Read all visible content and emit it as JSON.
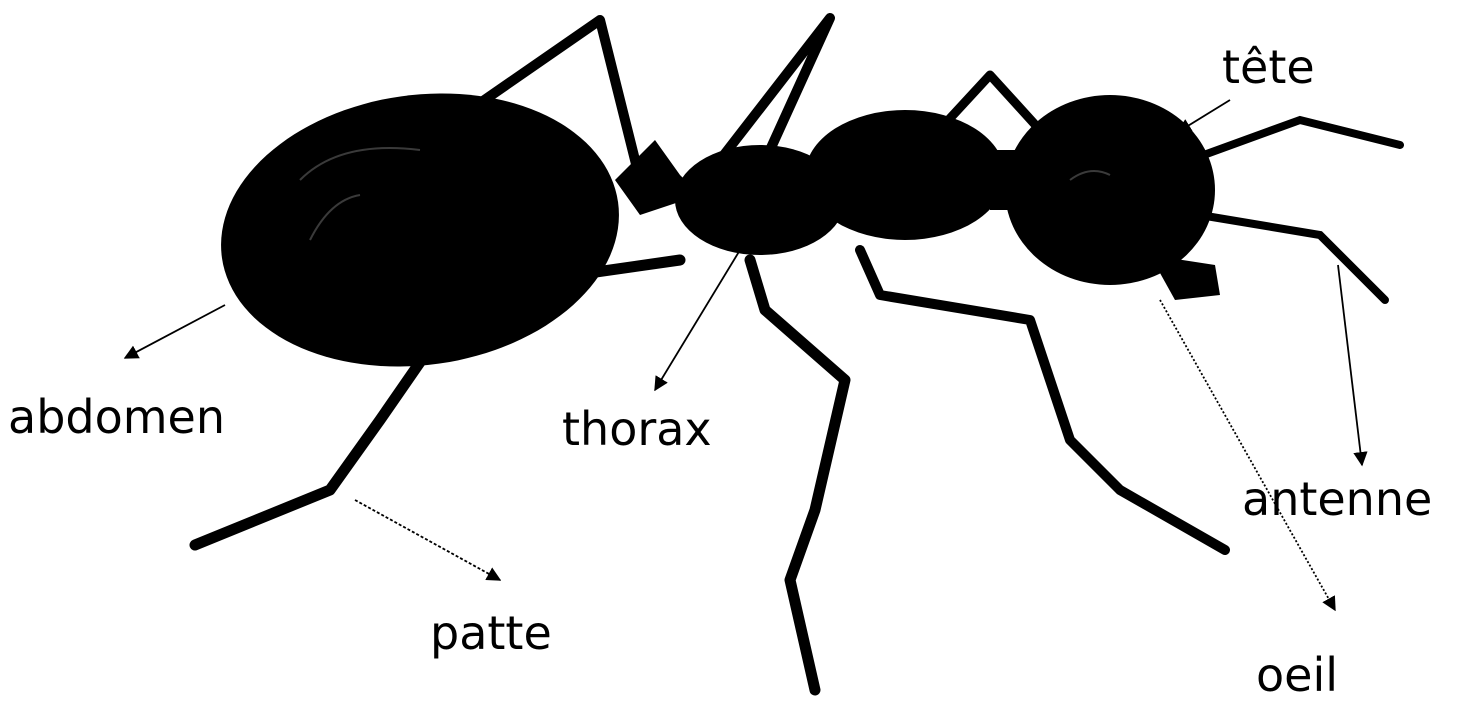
{
  "diagram": {
    "subject": "ant",
    "colors": {
      "ink": "#000000",
      "background": "#ffffff",
      "highlight": "#3a3a3a"
    },
    "labels": {
      "head": "tête",
      "abdomen": "abdomen",
      "thorax": "thorax",
      "antenna": "antenne",
      "leg": "patte",
      "eye": "oeil"
    }
  }
}
